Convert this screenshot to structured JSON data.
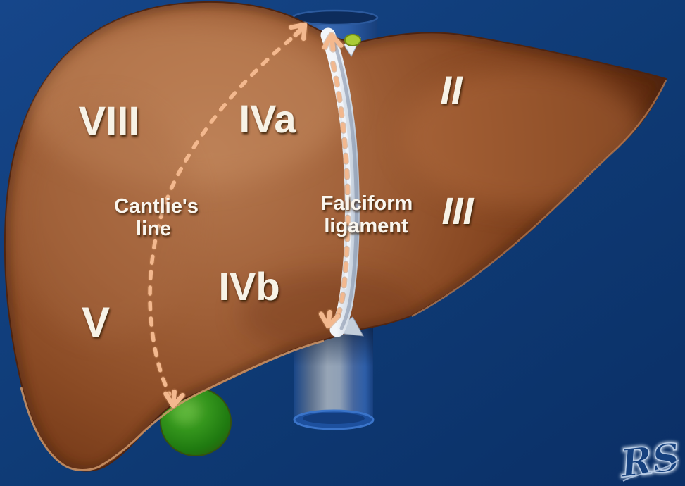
{
  "diagram": {
    "subject": "liver-segmental-anatomy",
    "segments": {
      "viii": "VIII",
      "iva": "IVa",
      "ii": "II",
      "iii": "III",
      "ivb": "IVb",
      "v": "V"
    },
    "annotations": {
      "cantlies_line": {
        "line1": "Cantlie's",
        "line2": "line"
      },
      "falciform_ligament": {
        "line1": "Falciform",
        "line2": "ligament"
      }
    },
    "watermark": "RS",
    "colors": {
      "background": "#0e3a74",
      "liver_highlight": "#b5784f",
      "liver_base": "#8a4a24",
      "liver_shadow": "#5a280e",
      "dashed_line_peach": "#f3b88e",
      "ligament_silver": "#ccd6e2",
      "gallbladder_green": "#2e8f1a",
      "vena_cava_blue": "#2d5ea8",
      "label_text": "#f7f2e6"
    }
  }
}
